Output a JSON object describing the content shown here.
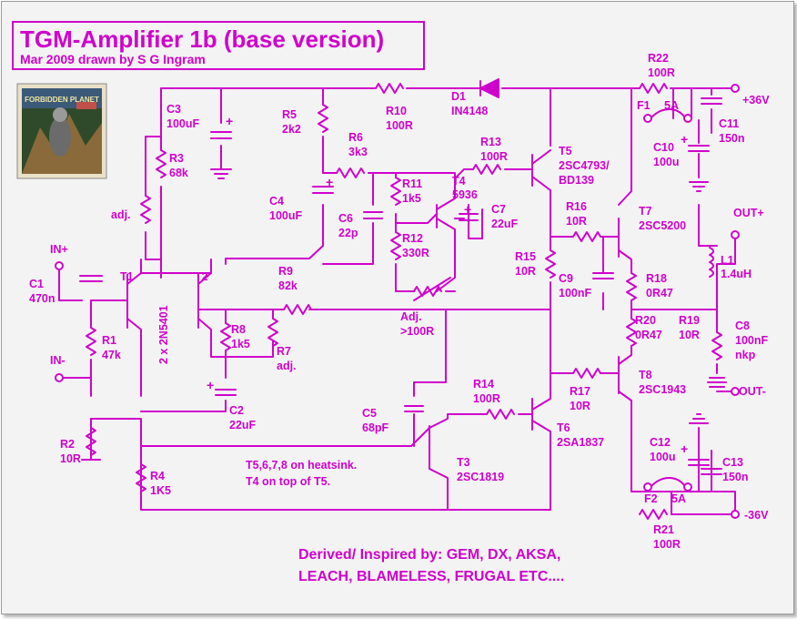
{
  "title": "TGM-Amplifier 1b (base version)",
  "subtitle": "Mar 2009 drawn by S G Ingram",
  "album_art": {
    "icon": "forbidden-planet-album-art",
    "title_text": "FORBIDDEN PLANET",
    "colors": [
      "#2f4a2a",
      "#8a6a3a",
      "#c0504a"
    ]
  },
  "accent_color": "#d000cc",
  "labels": {
    "r22": "R22",
    "r22v": "100R",
    "v_pos": "+36V",
    "f1": "F1",
    "f1v": "5A",
    "c11": "C11",
    "c11v": "150n",
    "c10": "C10",
    "c10v": "100u",
    "r10": "R10",
    "r10v": "100R",
    "d1": "D1",
    "d1v": "IN4148",
    "c3": "C3",
    "c3v": "100uF",
    "r5": "R5",
    "r5v": "2k2",
    "r3": "R3",
    "r3v": "68k",
    "r6": "R6",
    "r6v": "3k3",
    "r13": "R13",
    "r13v": "100R",
    "t5": "T5",
    "t5v": "2SC4793/",
    "t5v2": "BD139",
    "r11": "R11",
    "r11v": "1k5",
    "t4": "T4",
    "t4v": "5936",
    "c7": "C7",
    "c7v": "22uF",
    "c4": "C4",
    "c4v": "100uF",
    "adj1": "adj.",
    "c6": "C6",
    "c6v": "22p",
    "r12": "R12",
    "r12v": "330R",
    "r16": "R16",
    "r16v": "10R",
    "t7": "T7",
    "t7v": "2SC5200",
    "out_pos": "OUT+",
    "in_pos": "IN+",
    "l1": "L1",
    "l1v": "1.4uH",
    "c1": "C1",
    "c1v": "470n",
    "t1": "T1",
    "t2": "T2",
    "r9": "R9",
    "r9v": "82k",
    "r15": "R15",
    "r15v": "10R",
    "c9": "C9",
    "c9v": "100nF",
    "r18": "R18",
    "r18v": "0R47",
    "adj2": "Adj.",
    "adj2v": ">100R",
    "r1": "R1",
    "r1v": "47k",
    "pair": "2 x 2N5401",
    "r8": "R8",
    "r8v": "1k5",
    "r20": "R20",
    "r20v": "0R47",
    "r19": "R19",
    "r19v": "10R",
    "c8": "C8",
    "c8v": "100nF",
    "c8v2": "nkp",
    "in_neg": "IN-",
    "r7": "R7",
    "r7v": "adj.",
    "t8": "T8",
    "t8v": "2SC1943",
    "out_neg": "OUT-",
    "r14": "R14",
    "r14v": "100R",
    "r17": "R17",
    "r17v": "10R",
    "c2": "C2",
    "c2v": "22uF",
    "c5": "C5",
    "c5v": "68pF",
    "t6": "T6",
    "t6v": "2SA1837",
    "r2": "R2",
    "r2v": "10R",
    "c12": "C12",
    "c12v": "100u",
    "c13": "C13",
    "c13v": "150n",
    "note1": "T5,6,7,8 on heatsink.",
    "note2": "T4 on top of T5.",
    "t3": "T3",
    "t3v": "2SC1819",
    "r4": "R4",
    "r4v": "1K5",
    "f2": "F2",
    "f2v": "5A",
    "v_neg": "-36V",
    "r21": "R21",
    "r21v": "100R",
    "derived1": "Derived/ Inspired by: GEM, DX, AKSA,",
    "derived2": "LEACH, BLAMELESS, FRUGAL ETC...."
  }
}
